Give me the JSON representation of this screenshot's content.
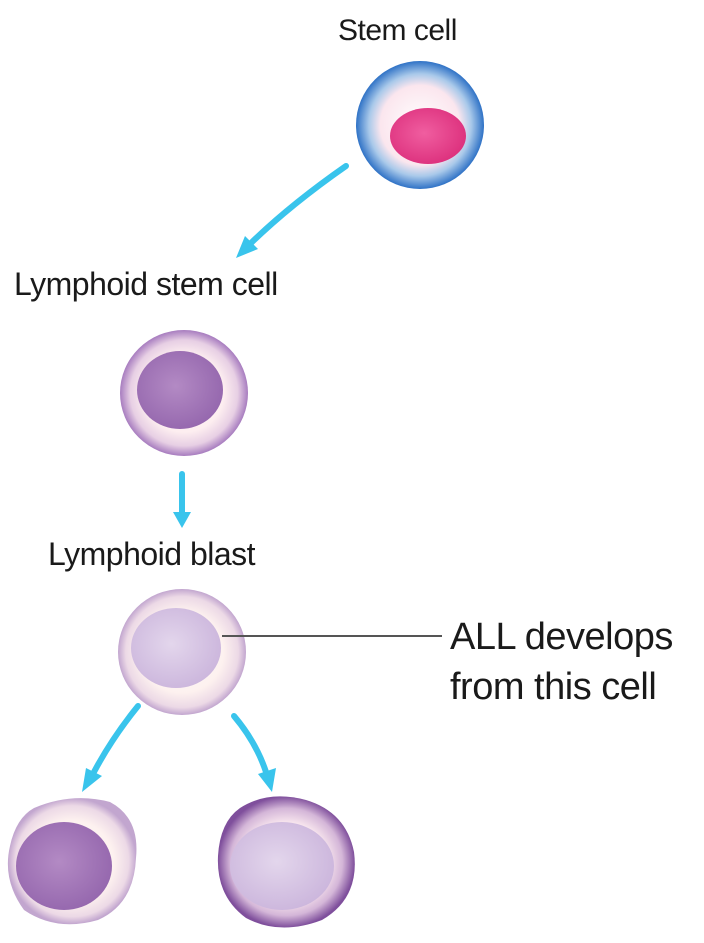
{
  "labels": {
    "stem_cell": "Stem cell",
    "lymphoid_stem_cell": "Lymphoid stem cell",
    "lymphoid_blast": "Lymphoid blast",
    "annotation_line1": "ALL develops",
    "annotation_line2": "from this cell"
  },
  "colors": {
    "arrow": "#39c4ec",
    "stem_nucleus": "#e8468e",
    "stem_membrane": "#3f86d1",
    "lymphoid_nucleus": "#a579b8",
    "blast_nucleus": "#d7c6e2",
    "cytoplasm": "#fbe8ec",
    "pointer_line": "#555555"
  }
}
